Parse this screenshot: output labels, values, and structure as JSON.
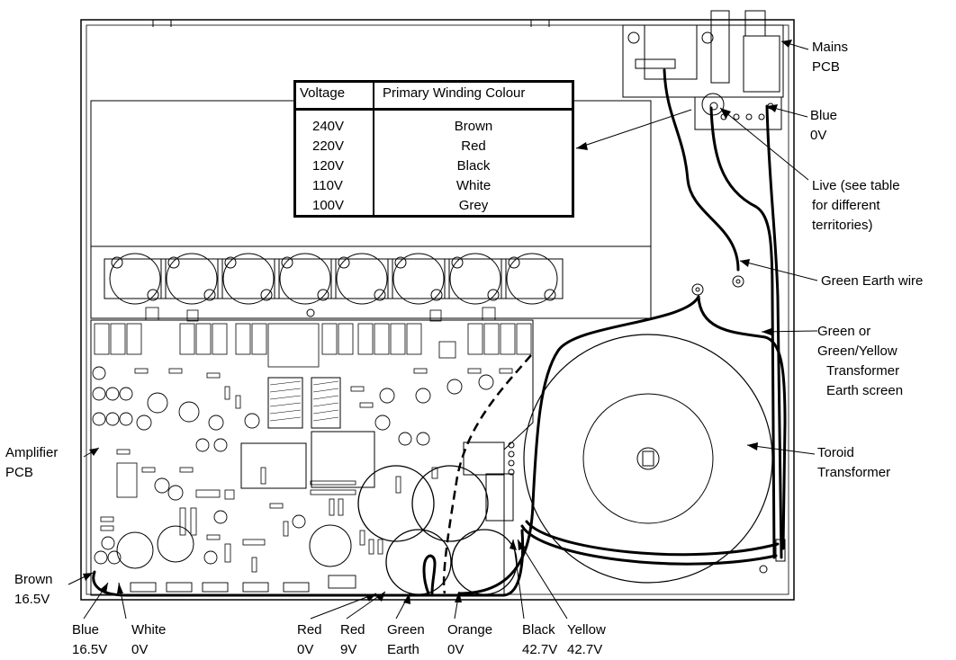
{
  "table": {
    "header_voltage": "Voltage",
    "header_colour": "Primary Winding Colour",
    "rows": [
      {
        "voltage": "240V",
        "colour": "Brown"
      },
      {
        "voltage": "220V",
        "colour": "Red"
      },
      {
        "voltage": "120V",
        "colour": "Black"
      },
      {
        "voltage": "110V",
        "colour": "White"
      },
      {
        "voltage": "100V",
        "colour": "Grey"
      }
    ]
  },
  "labels": {
    "mains_pcb": [
      "Mains",
      "PCB"
    ],
    "blue_0v": [
      "Blue",
      "0V"
    ],
    "live": [
      "Live (see table",
      "for different",
      "territories)"
    ],
    "green_earth_wire": [
      "Green Earth wire"
    ],
    "earth_screen": [
      "Green or",
      "Green/Yellow",
      "Transformer",
      "Earth screen"
    ],
    "toroid": [
      "Toroid",
      "Transformer"
    ],
    "amplifier_pcb": [
      "Amplifier",
      "PCB"
    ],
    "brown_16v5": [
      "Brown",
      "16.5V"
    ],
    "blue_16v5": [
      "Blue",
      "16.5V"
    ],
    "white_0v": [
      "White",
      "0V"
    ],
    "red_0v": [
      "Red",
      "0V"
    ],
    "red_9v": [
      "Red",
      "9V"
    ],
    "green_earth": [
      "Green",
      "Earth"
    ],
    "orange_0v": [
      "Orange",
      "0V"
    ],
    "black_42v7": [
      "Black",
      "42.7V"
    ],
    "yellow_42v7": [
      "Yellow",
      "42.7V"
    ]
  }
}
